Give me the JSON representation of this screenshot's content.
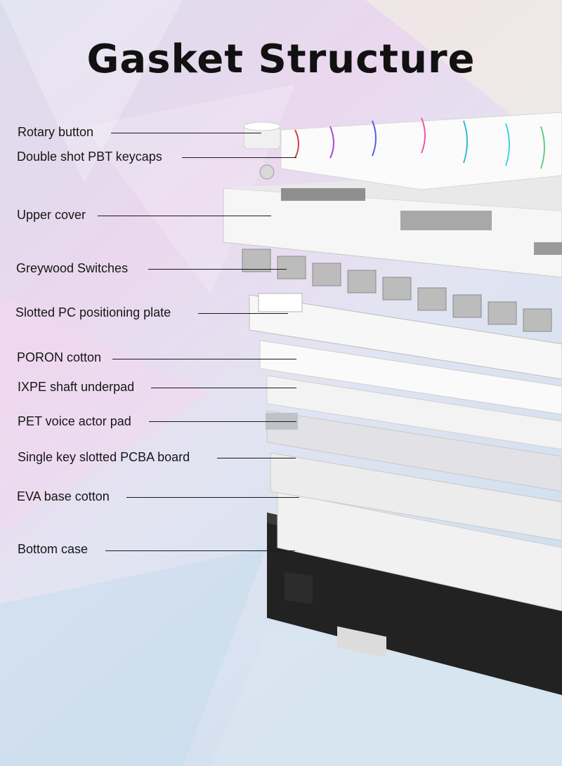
{
  "title": "Gasket Structure",
  "layers": [
    {
      "label": "Rotary button"
    },
    {
      "label": "Double shot PBT keycaps"
    },
    {
      "label": "Upper cover"
    },
    {
      "label": "Greywood Switches"
    },
    {
      "label": "Slotted PC positioning plate"
    },
    {
      "label": "PORON cotton"
    },
    {
      "label": "IXPE shaft underpad"
    },
    {
      "label": "PET voice actor pad"
    },
    {
      "label": "Single key slotted PCBA board"
    },
    {
      "label": "EVA base cotton"
    },
    {
      "label": "Bottom case"
    }
  ],
  "colors": {
    "background_top": "#e6dcf0",
    "background_bottom": "#cfe0ee",
    "case_white": "#f4f4f4",
    "bottom_case": "#222222",
    "text": "#111111"
  }
}
